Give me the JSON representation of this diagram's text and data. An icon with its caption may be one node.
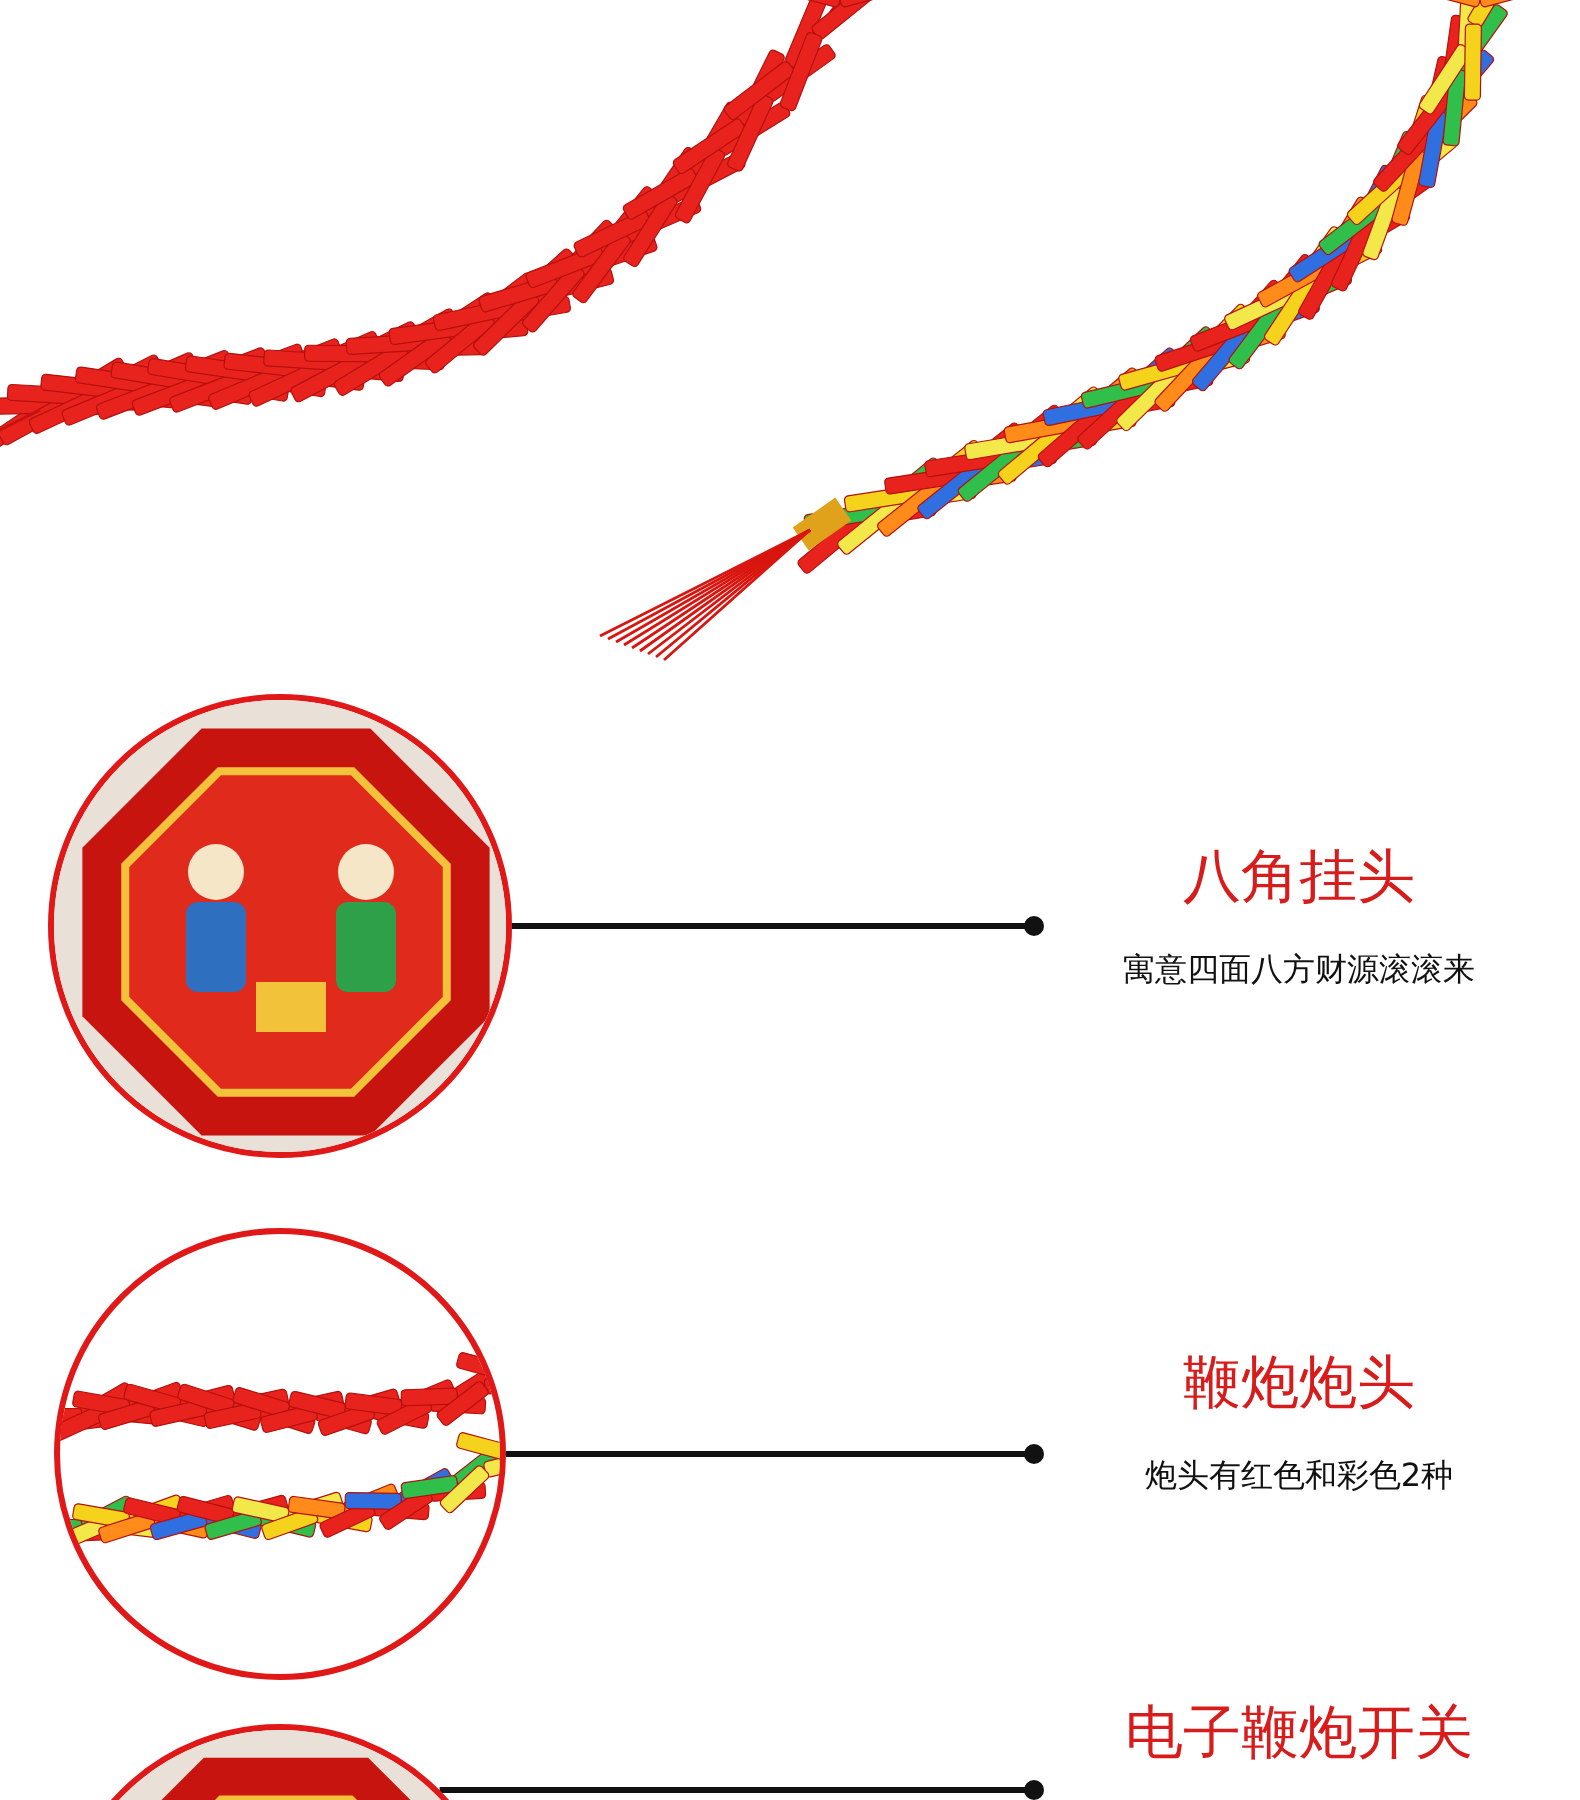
{
  "diagram": {
    "nodes": [
      {
        "text": [],
        "shape": "picture"
      },
      {
        "text": [
          "八角挂头",
          "寓意四面八方财源滚滚来"
        ]
      },
      {
        "text": [],
        "shape": "picture"
      },
      {
        "text": [
          "鞭炮炮头",
          "炮头有红色和彩色2种"
        ]
      },
      {
        "text": [],
        "shape": "picture"
      },
      {
        "text": [
          "电子鞭炮开关"
        ]
      }
    ],
    "edges": [
      {
        "from": 1,
        "to": 0,
        "arrow": "other"
      },
      {
        "from": 3,
        "to": 2,
        "arrow": "other"
      },
      {
        "from": 5,
        "to": 4,
        "arrow": "other"
      }
    ]
  }
}
